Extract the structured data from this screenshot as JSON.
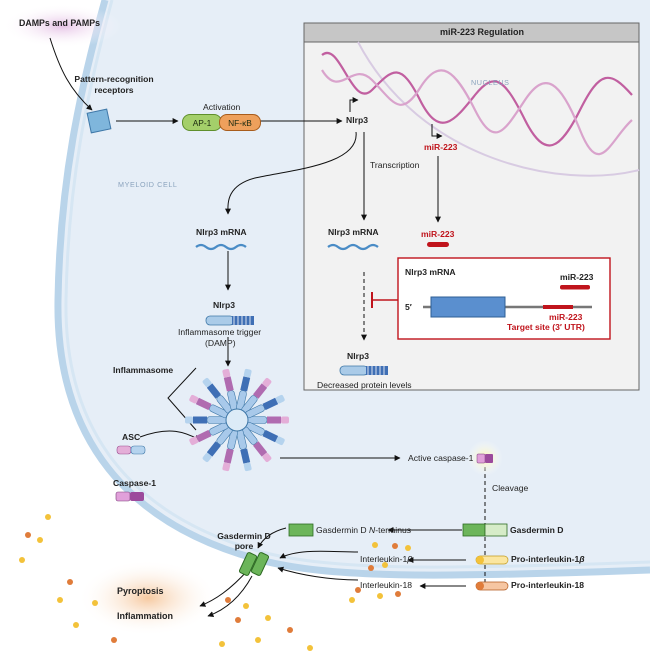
{
  "title": "miR-223 Regulation",
  "labels": {
    "damps": "DAMPs and PAMPs",
    "prr": "Pattern-recognition receptors",
    "activation": "Activation",
    "ap1": "AP-1",
    "nfkb": "NF-κB",
    "nucleus": "NUCLEUS",
    "nlrp3_gene": "Nlrp3",
    "mir223_gene": "miR-223",
    "transcription": "Transcription",
    "myeloid": "MYELOID CELL",
    "nlrp3_mrna_left": "Nlrp3 mRNA",
    "nlrp3_mrna_mid": "Nlrp3 mRNA",
    "mir223_small": "miR-223",
    "box_mrna": "Nlrp3 mRNA",
    "box_mir": "miR-223",
    "five_prime": "5′",
    "target_site": "miR-223",
    "target_site_2": "Target site (3′ UTR)",
    "nlrp3_protein_left": "Nlrp3",
    "trigger": "Inflammasome trigger",
    "trigger_2": "(DAMP)",
    "nlrp3_protein_mid": "Nlrp3",
    "decreased": "Decreased protein levels",
    "inflammasome": "Inflammasome",
    "asc": "ASC",
    "caspase1": "Caspase-1",
    "active_caspase": "Active caspase-1",
    "cleavage": "Cleavage",
    "gasdermin_pore": "Gasdermin D",
    "gasdermin_pore_2": "pore",
    "gasdermin_n": "Gasdermin D",
    "gasdermin_n_italic": "N",
    "gasdermin_n_tail": "-terminus",
    "gasdermin_d": "Gasdermin D",
    "il1b": "Interleukin-1",
    "il1b_greek": "β",
    "il18": "Interleukin-18",
    "pro_il1b": "Pro-interleukin-1",
    "pro_il1b_greek": "β",
    "pro_il18": "Pro-interleukin-18",
    "pyroptosis": "Pyroptosis",
    "inflammation": "Inflammation"
  },
  "colors": {
    "cell": "#e3ecf5",
    "membrane": "#b7d3e8",
    "nucleus_box": "#f1f1f1",
    "header": "#c9c9c9",
    "dna_pink": "#c15fa0",
    "mrna": "#4a8cc6",
    "nlrp3_blue": "#5a8fcf",
    "ap1": "#8dc04c",
    "nfkb": "#e3893a",
    "red": "#c0141c",
    "gasdermin": "#5aa04a",
    "caspase": "#b06bb0",
    "il1b": "#f3c23a",
    "il18": "#e07c3a"
  }
}
